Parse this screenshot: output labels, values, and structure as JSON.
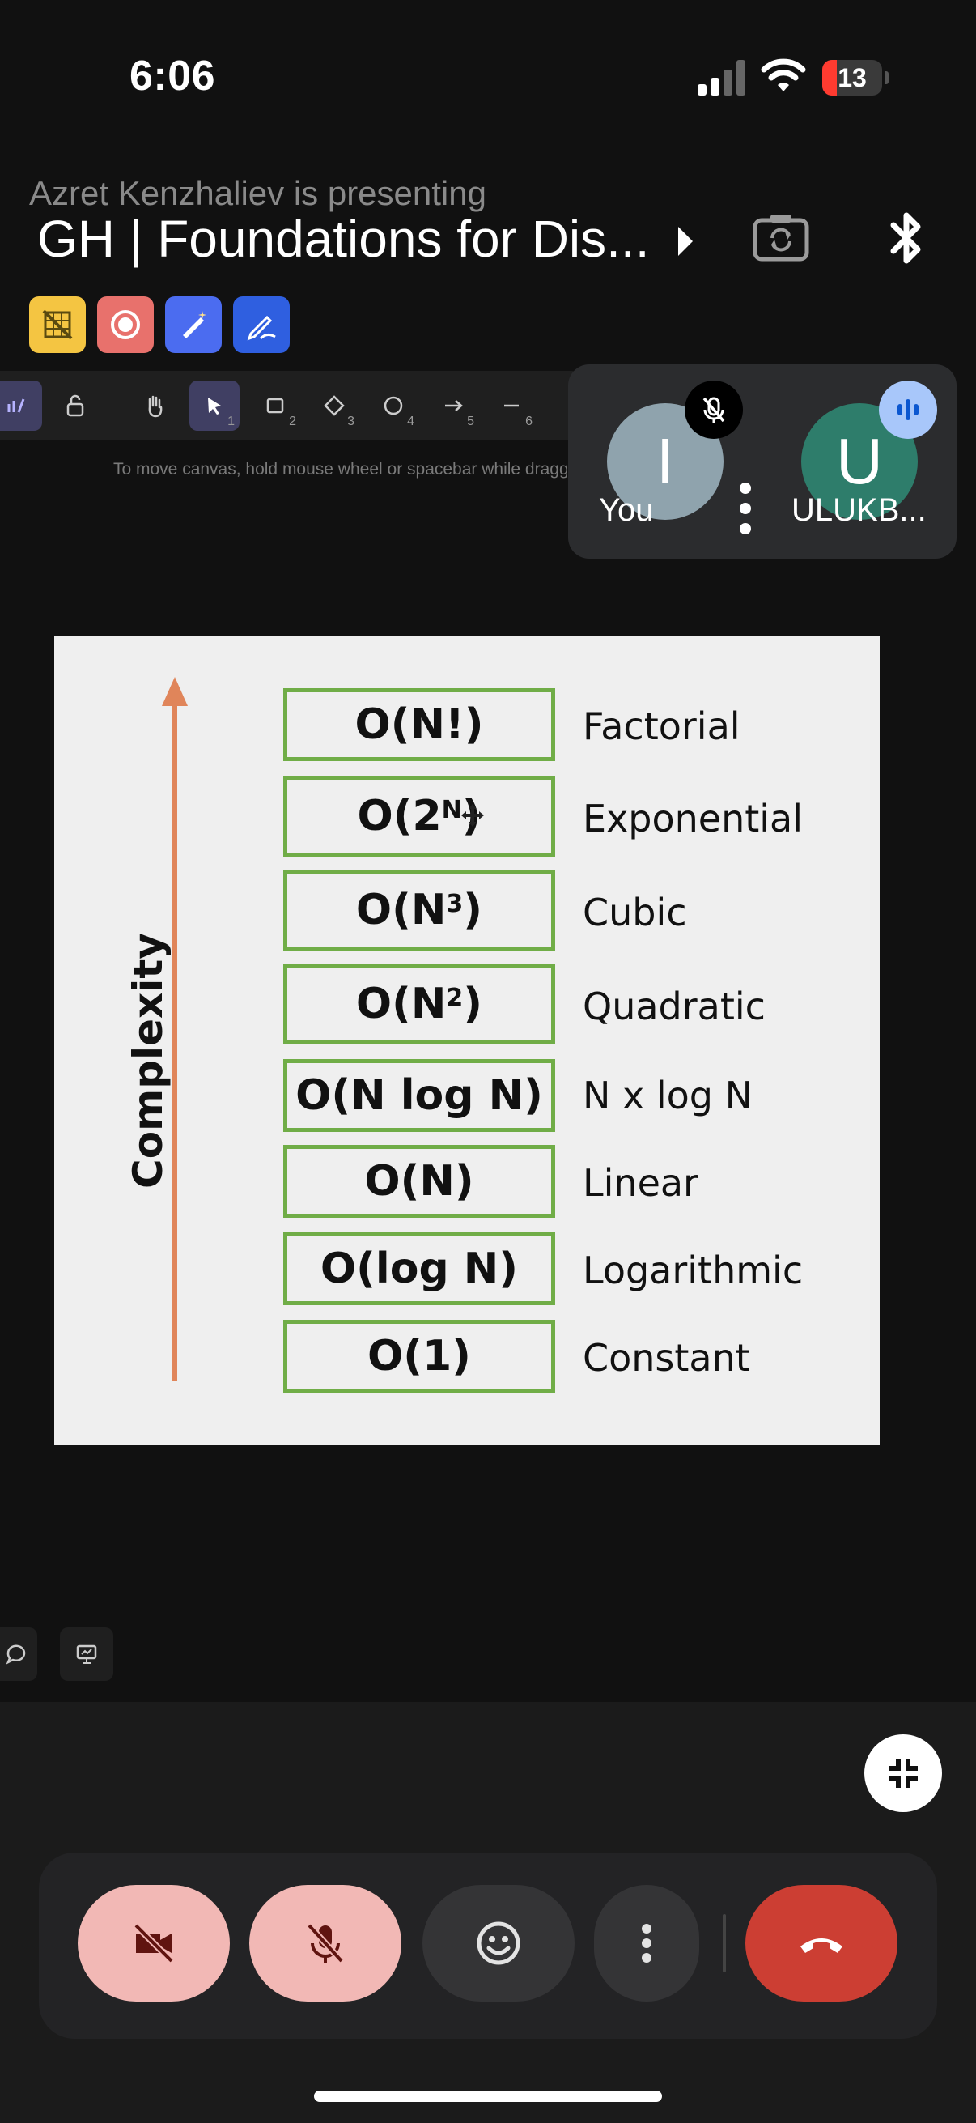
{
  "status_bar": {
    "time": "6:06",
    "battery_level": "13",
    "battery_color": "#ff3b30"
  },
  "header": {
    "presenter_text": "Azret Kenzhaliev is presenting",
    "meeting_title": "GH | Foundations for Dis..."
  },
  "toolbar_chips": [
    {
      "icon": "grid-off-icon",
      "color": "#f4c542"
    },
    {
      "icon": "record-icon",
      "color": "#e8716c"
    },
    {
      "icon": "magic-pen-icon",
      "color": "#4b6cf0"
    },
    {
      "icon": "annotate-pen-icon",
      "color": "#2f5fe0"
    }
  ],
  "whiteboard": {
    "tool_numbers": [
      "1",
      "2",
      "3",
      "4",
      "5",
      "6"
    ],
    "hint": "To move canvas, hold mouse wheel or spacebar while dragging"
  },
  "participants": [
    {
      "initial": "I",
      "name": "You",
      "color": "#8fa3ad",
      "muted": true
    },
    {
      "initial": "U",
      "name": "ULUKB...",
      "color": "#2e7d6b",
      "speaking": true
    }
  ],
  "slide": {
    "axis_label": "Complexity",
    "rows": [
      {
        "notation": "O(N!)",
        "name": "Factorial"
      },
      {
        "notation_base": "O(2",
        "notation_sup": "N",
        "notation_tail": ")",
        "name": "Exponential"
      },
      {
        "notation_base": "O(N",
        "notation_sup": "3",
        "notation_tail": ")",
        "name": "Cubic"
      },
      {
        "notation_base": "O(N",
        "notation_sup": "2",
        "notation_tail": ")",
        "name": "Quadratic"
      },
      {
        "notation": "O(N log N)",
        "name": "N x log N"
      },
      {
        "notation": "O(N)",
        "name": "Linear"
      },
      {
        "notation": "O(log N)",
        "name": "Logarithmic"
      },
      {
        "notation": "O(1)",
        "name": "Constant"
      }
    ],
    "box_color": "#70ad47",
    "arrow_color": "#e0855a"
  },
  "controls": [
    {
      "icon": "camera-off-icon",
      "state": "off"
    },
    {
      "icon": "mic-off-icon",
      "state": "off"
    },
    {
      "icon": "emoji-icon"
    },
    {
      "icon": "more-vert-icon"
    },
    {
      "icon": "end-call-icon",
      "color": "#cc3e33"
    }
  ]
}
